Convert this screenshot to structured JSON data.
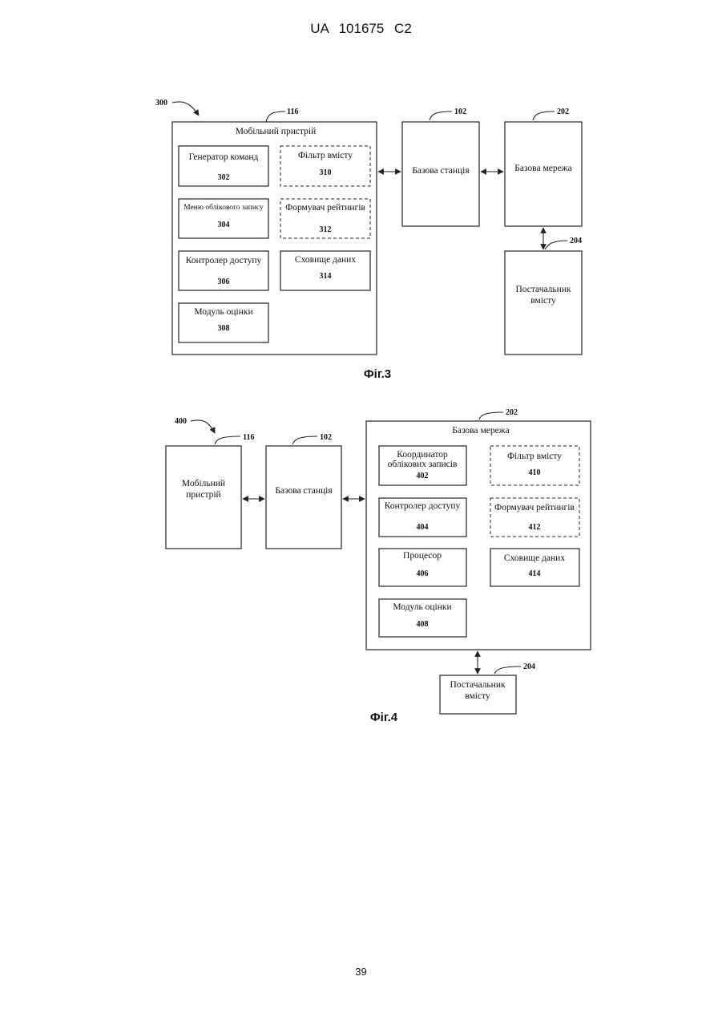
{
  "header": "UA   101675   C2",
  "page_number": "39",
  "fig3": {
    "caption": "Фіг.3",
    "ref_main": "300",
    "mobile": {
      "ref": "116",
      "title": "Мобільний пристрій"
    },
    "modules": [
      {
        "label": "Генератор команд",
        "num": "302"
      },
      {
        "label": "Меню облікового запису",
        "num": "304"
      },
      {
        "label": "Контролер доступу",
        "num": "306"
      },
      {
        "label": "Модуль оцінки",
        "num": "308"
      },
      {
        "label": "Фільтр вмісту",
        "num": "310"
      },
      {
        "label": "Формувач рейтингів",
        "num": "312"
      },
      {
        "label": "Сховище даних",
        "num": "314"
      }
    ],
    "base_station": {
      "ref": "102",
      "label": "Базова станція"
    },
    "base_network": {
      "ref": "202",
      "label": "Базова мережа"
    },
    "provider": {
      "ref": "204",
      "line1": "Постачальник",
      "line2": "вмісту"
    }
  },
  "fig4": {
    "caption": "Фіг.4",
    "ref_main": "400",
    "mobile": {
      "ref": "116",
      "line1": "Мобільний",
      "line2": "пристрій"
    },
    "base_station": {
      "ref": "102",
      "label": "Базова станція"
    },
    "base_network": {
      "ref": "202",
      "title": "Базова мережа"
    },
    "modules": [
      {
        "line1": "Координатор",
        "line2": "облікових записів",
        "num": "402"
      },
      {
        "label": "Контролер доступу",
        "num": "404"
      },
      {
        "label": "Процесор",
        "num": "406"
      },
      {
        "label": "Модуль оцінки",
        "num": "408"
      },
      {
        "label": "Фільтр вмісту",
        "num": "410"
      },
      {
        "label": "Формувач рейтингів",
        "num": "412"
      },
      {
        "label": "Сховище даних",
        "num": "414"
      }
    ],
    "provider": {
      "ref": "204",
      "line1": "Постачальник",
      "line2": "вмісту"
    }
  }
}
